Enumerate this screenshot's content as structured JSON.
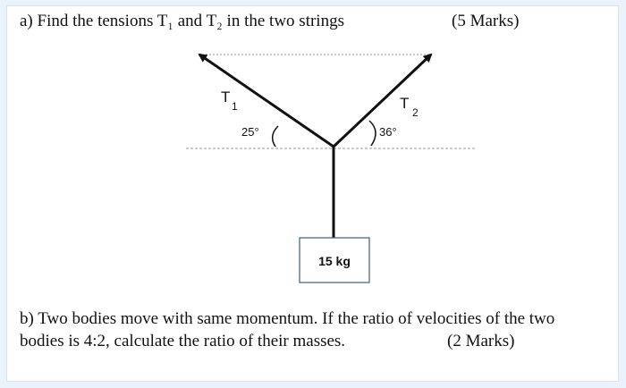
{
  "question_a": {
    "text": "a) Find the tensions T₁ and T₂ in the two strings",
    "marks": "(5 Marks)"
  },
  "diagram": {
    "tension_1": {
      "letter": "T",
      "subscript": "1"
    },
    "tension_2": {
      "letter": "T",
      "subscript": "2"
    },
    "angle_left": "25°",
    "angle_right": "36°",
    "mass_label": "15 kg"
  },
  "question_b": {
    "line1": "b) Two bodies move with same momentum. If the ratio of velocities of the two",
    "line2": "bodies is 4:2, calculate the ratio of their masses.",
    "marks": "(2 Marks)"
  },
  "colors": {
    "page_background": "#eaf3fb",
    "card_border": "#d6e4f0",
    "line": "#111111",
    "dashed_line": "#9a9a9a",
    "box_border": "#3a5f80"
  }
}
